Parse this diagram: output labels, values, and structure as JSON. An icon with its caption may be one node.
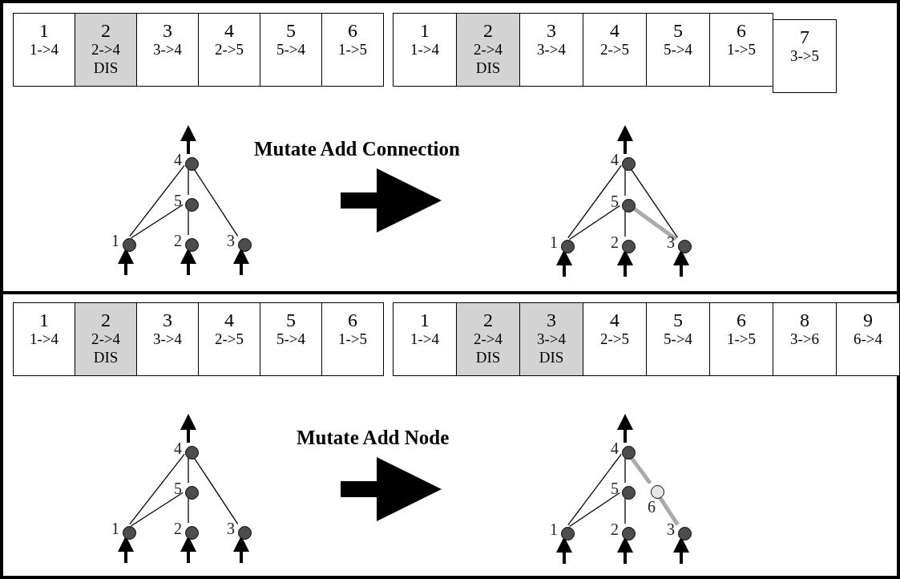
{
  "diagram": {
    "nodes": [
      {
        "text": [
          "Mutate Add Connection"
        ]
      },
      {
        "text": [
          "1",
          "1->4"
        ],
        "in": 0
      },
      {
        "text": [
          "2",
          "2->4",
          "DIS"
        ],
        "in": 0
      },
      {
        "text": [
          "3",
          "3->4"
        ],
        "in": 0
      },
      {
        "text": [
          "4",
          "2->5"
        ],
        "in": 0
      },
      {
        "text": [
          "5",
          "5->4"
        ],
        "in": 0
      },
      {
        "text": [
          "6",
          "1->5"
        ],
        "in": 0
      },
      {
        "text": [
          "1",
          "1->4"
        ],
        "in": 0
      },
      {
        "text": [
          "2",
          "2->4",
          "DIS"
        ],
        "in": 0
      },
      {
        "text": [
          "3",
          "3->4"
        ],
        "in": 0
      },
      {
        "text": [
          "4",
          "2->5"
        ],
        "in": 0
      },
      {
        "text": [
          "5",
          "5->4"
        ],
        "in": 0
      },
      {
        "text": [
          "6",
          "1->5"
        ],
        "in": 0
      },
      {
        "text": [
          "7",
          "3->5"
        ],
        "in": 0
      },
      {
        "text": [],
        "shape": "circle",
        "beside": [
          "4"
        ],
        "in": 0
      },
      {
        "text": [],
        "shape": "circle",
        "beside": [
          "5"
        ],
        "in": 0
      },
      {
        "text": [],
        "shape": "circle",
        "beside": [
          "1"
        ],
        "in": 0
      },
      {
        "text": [],
        "shape": "circle",
        "beside": [
          "2"
        ],
        "in": 0
      },
      {
        "text": [],
        "shape": "circle",
        "beside": [
          "3"
        ],
        "in": 0
      },
      {
        "text": [],
        "shape": "circle",
        "beside": [
          "4"
        ],
        "in": 0
      },
      {
        "text": [],
        "shape": "circle",
        "beside": [
          "5"
        ],
        "in": 0
      },
      {
        "text": [],
        "shape": "circle",
        "beside": [
          "1"
        ],
        "in": 0
      },
      {
        "text": [],
        "shape": "circle",
        "beside": [
          "2"
        ],
        "in": 0
      },
      {
        "text": [],
        "shape": "circle",
        "beside": [
          "3"
        ],
        "in": 0
      },
      {
        "text": [
          "Mutate Add Node"
        ]
      },
      {
        "text": [
          "1",
          "1->4"
        ],
        "in": 24
      },
      {
        "text": [
          "2",
          "2->4",
          "DIS"
        ],
        "in": 24
      },
      {
        "text": [
          "3",
          "3->4"
        ],
        "in": 24
      },
      {
        "text": [
          "4",
          "2->5"
        ],
        "in": 24
      },
      {
        "text": [
          "5",
          "5->4"
        ],
        "in": 24
      },
      {
        "text": [
          "6",
          "1->5"
        ],
        "in": 24
      },
      {
        "text": [
          "1",
          "1->4"
        ],
        "in": 24
      },
      {
        "text": [
          "2",
          "2->4",
          "DIS"
        ],
        "in": 24
      },
      {
        "text": [
          "3",
          "3->4",
          "DIS"
        ],
        "in": 24
      },
      {
        "text": [
          "4",
          "2->5"
        ],
        "in": 24
      },
      {
        "text": [
          "5",
          "5->4"
        ],
        "in": 24
      },
      {
        "text": [
          "6",
          "1->5"
        ],
        "in": 24
      },
      {
        "text": [
          "8",
          "3->6"
        ],
        "in": 24
      },
      {
        "text": [
          "9",
          "6->4"
        ],
        "in": 24
      },
      {
        "text": [],
        "shape": "circle",
        "beside": [
          "4"
        ],
        "in": 24
      },
      {
        "text": [],
        "shape": "circle",
        "beside": [
          "5"
        ],
        "in": 24
      },
      {
        "text": [],
        "shape": "circle",
        "beside": [
          "1"
        ],
        "in": 24
      },
      {
        "text": [],
        "shape": "circle",
        "beside": [
          "2"
        ],
        "in": 24
      },
      {
        "text": [],
        "shape": "circle",
        "beside": [
          "3"
        ],
        "in": 24
      },
      {
        "text": [],
        "shape": "circle",
        "beside": [
          "4"
        ],
        "in": 24
      },
      {
        "text": [],
        "shape": "circle",
        "beside": [
          "5"
        ],
        "in": 24
      },
      {
        "text": [],
        "shape": "circle",
        "beside": [
          "6"
        ],
        "in": 24
      },
      {
        "text": [],
        "shape": "circle",
        "beside": [
          "1"
        ],
        "in": 24
      },
      {
        "text": [],
        "shape": "circle",
        "beside": [
          "2"
        ],
        "in": 24
      },
      {
        "text": [],
        "shape": "circle",
        "beside": [
          "3"
        ],
        "in": 24
      }
    ],
    "edges": [
      {
        "from": 16,
        "to": 14,
        "arrow": "none"
      },
      {
        "from": 16,
        "to": 15,
        "arrow": "none"
      },
      {
        "from": 17,
        "to": 15,
        "arrow": "none"
      },
      {
        "from": 15,
        "to": 14,
        "arrow": "none"
      },
      {
        "from": 18,
        "to": 14,
        "arrow": "none"
      },
      {
        "from": 14,
        "to": null,
        "arrow": "to",
        "style": "thick"
      },
      {
        "from": null,
        "to": 16,
        "arrow": "to",
        "style": "thick"
      },
      {
        "from": null,
        "to": 17,
        "arrow": "to",
        "style": "thick"
      },
      {
        "from": null,
        "to": 18,
        "arrow": "to",
        "style": "thick"
      },
      {
        "from": 21,
        "to": 19,
        "arrow": "none"
      },
      {
        "from": 21,
        "to": 20,
        "arrow": "none"
      },
      {
        "from": 22,
        "to": 20,
        "arrow": "none"
      },
      {
        "from": 20,
        "to": 19,
        "arrow": "none"
      },
      {
        "from": 23,
        "to": 19,
        "arrow": "none"
      },
      {
        "from": 23,
        "to": 20,
        "arrow": "none",
        "style": "thick",
        "color": "#aaaaaa"
      },
      {
        "from": 19,
        "to": null,
        "arrow": "to",
        "style": "thick"
      },
      {
        "from": null,
        "to": 21,
        "arrow": "to",
        "style": "thick"
      },
      {
        "from": null,
        "to": 22,
        "arrow": "to",
        "style": "thick"
      },
      {
        "from": null,
        "to": 23,
        "arrow": "to",
        "style": "thick"
      },
      {
        "from": 41,
        "to": 39,
        "arrow": "none"
      },
      {
        "from": 41,
        "to": 40,
        "arrow": "none"
      },
      {
        "from": 42,
        "to": 40,
        "arrow": "none"
      },
      {
        "from": 40,
        "to": 39,
        "arrow": "none"
      },
      {
        "from": 43,
        "to": 39,
        "arrow": "none"
      },
      {
        "from": 39,
        "to": null,
        "arrow": "to",
        "style": "thick"
      },
      {
        "from": null,
        "to": 41,
        "arrow": "to",
        "style": "thick"
      },
      {
        "from": null,
        "to": 42,
        "arrow": "to",
        "style": "thick"
      },
      {
        "from": null,
        "to": 43,
        "arrow": "to",
        "style": "thick"
      },
      {
        "from": 47,
        "to": 44,
        "arrow": "none"
      },
      {
        "from": 47,
        "to": 45,
        "arrow": "none"
      },
      {
        "from": 48,
        "to": 45,
        "arrow": "none"
      },
      {
        "from": 45,
        "to": 44,
        "arrow": "none"
      },
      {
        "from": 49,
        "to": 46,
        "arrow": "none",
        "style": "thick",
        "color": "#aaaaaa"
      },
      {
        "from": 46,
        "to": 44,
        "arrow": "none",
        "style": "thick",
        "color": "#aaaaaa"
      },
      {
        "from": 44,
        "to": null,
        "arrow": "to",
        "style": "thick"
      },
      {
        "from": null,
        "to": 47,
        "arrow": "to",
        "style": "thick"
      },
      {
        "from": null,
        "to": 48,
        "arrow": "to",
        "style": "thick"
      },
      {
        "from": null,
        "to": 49,
        "arrow": "to",
        "style": "thick"
      }
    ]
  }
}
